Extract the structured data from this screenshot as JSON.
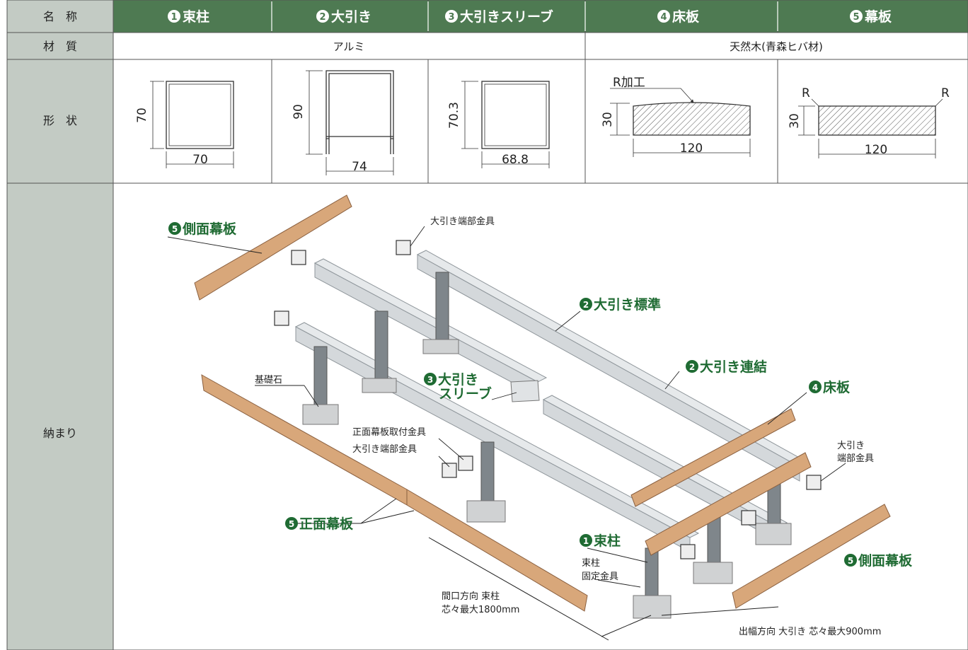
{
  "table": {
    "row_headers": {
      "name": "名　称",
      "material": "材　質",
      "shape": "形　状",
      "assembly": "納まり"
    },
    "columns": [
      {
        "num": "1",
        "label": "束柱"
      },
      {
        "num": "2",
        "label": "大引き"
      },
      {
        "num": "3",
        "label": "大引きスリーブ"
      },
      {
        "num": "4",
        "label": "床板"
      },
      {
        "num": "5",
        "label": "幕板"
      }
    ],
    "materials": {
      "aluminum": "アルミ",
      "wood": "天然木(青森ヒバ材)"
    }
  },
  "shapes": {
    "post": {
      "height": "70",
      "width": "70"
    },
    "beam": {
      "height": "90",
      "width": "74"
    },
    "sleeve": {
      "height": "70.3",
      "width": "68.8"
    },
    "floorboard": {
      "note": "R加工",
      "height": "30",
      "width": "120"
    },
    "fascia": {
      "r_left": "R",
      "r_right": "R",
      "height": "30",
      "width": "120"
    }
  },
  "diagram": {
    "side_fascia_left": "側面幕板",
    "side_fascia_right": "側面幕板",
    "beam_end_bracket_top": "大引き端部金具",
    "beam_standard": "大引き標準",
    "beam_joint": "大引き連結",
    "sleeve_line1": "大引き",
    "sleeve_line2": "スリーブ",
    "floorboard": "床板",
    "foundation_stone": "基礎石",
    "front_fascia_bracket": "正面幕板取付金具",
    "beam_end_bracket_mid": "大引き端部金具",
    "beam_end_right_line1": "大引き",
    "beam_end_right_line2": "端部金具",
    "front_fascia": "正面幕板",
    "post": "束柱",
    "post_bracket_line1": "束柱",
    "post_bracket_line2": "固定金具",
    "frontage_line1": "間口方向 束柱",
    "frontage_line2": "芯々最大1800mm",
    "projection": "出幅方向 大引き 芯々最大900mm"
  },
  "colors": {
    "header_green": "#4e7a52",
    "side_gray": "#c3cbc4",
    "label_green": "#1f6b33",
    "wood": "#d8a77a",
    "aluminum": "#cfd3d6"
  }
}
